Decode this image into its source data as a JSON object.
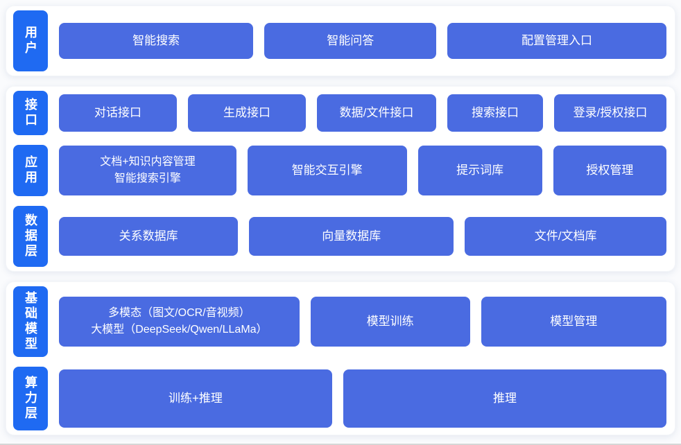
{
  "colors": {
    "label": "#1f6af2",
    "button": "#4a6be1",
    "text": "#ffffff",
    "panel": "#ffffff",
    "page": "#fafbfd"
  },
  "sections": [
    {
      "name": "user-layer",
      "rows": [
        {
          "label": "用户",
          "buttons": [
            {
              "label": "智能搜索"
            },
            {
              "label": "智能问答"
            },
            {
              "label": "配置管理入口"
            }
          ]
        }
      ]
    },
    {
      "name": "middle-layers",
      "rows": [
        {
          "label": "接口",
          "buttons": [
            {
              "label": "对话接口"
            },
            {
              "label": "生成接口"
            },
            {
              "label": "数据/文件接口"
            },
            {
              "label": "搜索接口"
            },
            {
              "label": "登录/授权接口"
            }
          ]
        },
        {
          "label": "应用",
          "buttons": [
            {
              "line1": "文档+知识内容管理",
              "line2": "智能搜索引擎"
            },
            {
              "label": "智能交互引擎"
            },
            {
              "label": "提示词库"
            },
            {
              "label": "授权管理"
            }
          ]
        },
        {
          "label": "数据层",
          "buttons": [
            {
              "label": "关系数据库"
            },
            {
              "label": "向量数据库"
            },
            {
              "label": "文件/文档库"
            }
          ]
        }
      ]
    },
    {
      "name": "model-compute-layers",
      "rows": [
        {
          "label": "基础模型",
          "buttons": [
            {
              "line1": "多模态（图文/OCR/音视频）",
              "line2": "大模型（DeepSeek/Qwen/LLaMa）"
            },
            {
              "label": "模型训练"
            },
            {
              "label": "模型管理"
            }
          ]
        },
        {
          "label": "算力层",
          "buttons": [
            {
              "label": "训练+推理"
            },
            {
              "label": "推理"
            }
          ]
        }
      ]
    }
  ]
}
